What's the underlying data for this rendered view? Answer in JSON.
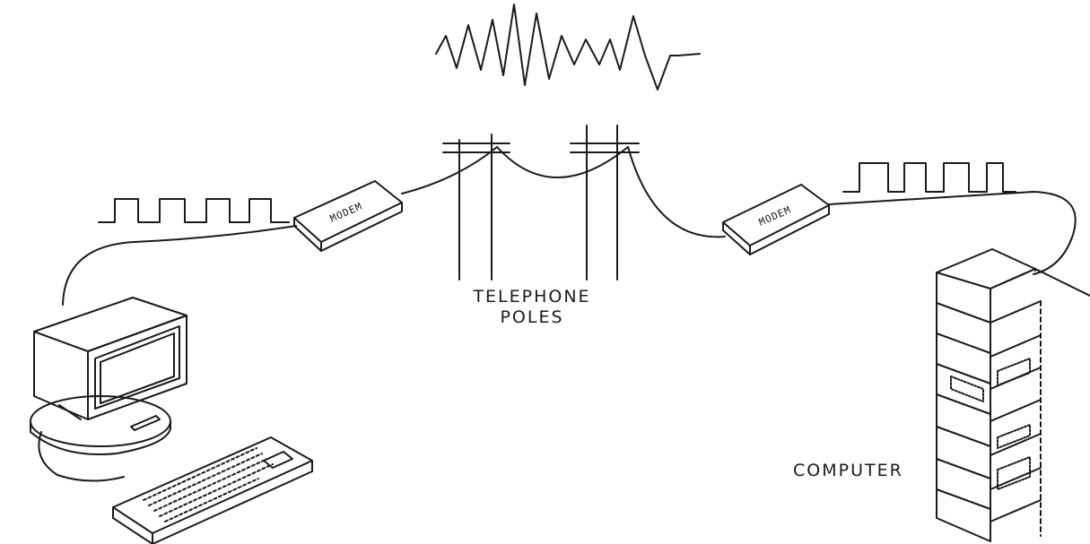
{
  "labels": {
    "telephone_line1": "TELEPHONE",
    "telephone_line2": "POLES",
    "computer": "COMPUTER",
    "modem_left": "MODEM",
    "modem_right": "MODEM"
  },
  "colors": {
    "ink": "#1a1a1a",
    "background": "#ffffff"
  }
}
